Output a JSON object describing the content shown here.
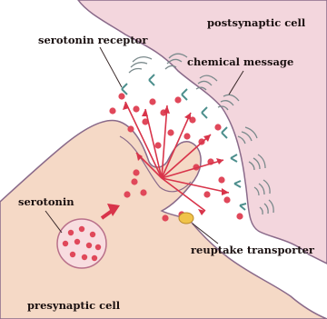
{
  "labels": {
    "serotonin_receptor": "serotonin receptor",
    "postsynaptic_cell": "postsynaptic cell",
    "chemical_message": "chemical message",
    "serotonin": "serotonin",
    "reuptake_transporter": "reuptake transporter",
    "presynaptic_cell": "presynaptic cell"
  },
  "colors": {
    "postsynaptic_fill": "#f3d6dd",
    "presynaptic_fill": "#f5d9c6",
    "outline": "#8a6a8a",
    "serotonin_dot": "#e0485a",
    "vesicle_outline": "#b9708a",
    "arrow": "#d8344a",
    "receptor": "#4d8f8d",
    "signal_waves": "#7b8a8c",
    "transporter": "#f0c34a",
    "leader_line": "#3a2a2a"
  },
  "icons": {
    "receptor": "receptor-icon",
    "signal": "signal-wave-icon",
    "transporter": "transporter-icon",
    "vesicle": "vesicle-icon"
  }
}
